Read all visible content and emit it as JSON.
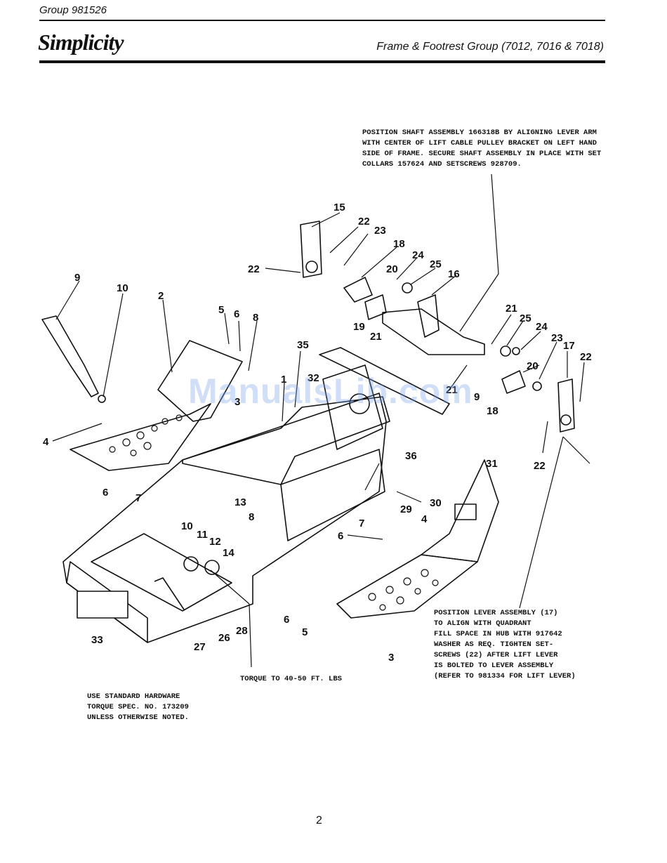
{
  "header": {
    "group_id": "Group 981526",
    "brand": "Simplicity",
    "title": "Frame & Footrest Group (7012, 7016 & 7018)"
  },
  "notes": {
    "shaft_position": "POSITION SHAFT ASSEMBLY 166318B BY ALIGNING LEVER ARM\nWITH CENTER OF LIFT CABLE PULLEY BRACKET ON LEFT HAND\nSIDE OF FRAME. SECURE SHAFT ASSEMBLY IN PLACE WITH SET\nCOLLARS 157624 AND SETSCREWS 928709.",
    "lever_position": "POSITION LEVER ASSEMBLY (17)\nTO ALIGN WITH QUADRANT\nFILL SPACE IN HUB WITH 917642\nWASHER AS REQ. TIGHTEN SET-\nSCREWS (22) AFTER LIFT LEVER\nIS BOLTED TO LEVER ASSEMBLY\n(REFER TO 981334 FOR LIFT LEVER)",
    "torque": "TORQUE TO 40-50 FT. LBS",
    "standard_hardware": "USE STANDARD HARDWARE\nTORQUE SPEC. NO. 173209\nUNLESS OTHERWISE NOTED."
  },
  "watermark": "ManualsLib.com",
  "page_number": "2",
  "callouts": [
    "15",
    "22",
    "23",
    "22",
    "18",
    "24",
    "25",
    "20",
    "16",
    "19",
    "21",
    "9",
    "10",
    "2",
    "5",
    "6",
    "8",
    "35",
    "32",
    "1",
    "21",
    "25",
    "24",
    "23",
    "17",
    "22",
    "20",
    "21",
    "9",
    "18",
    "22",
    "4",
    "3",
    "6",
    "7",
    "36",
    "31",
    "29",
    "30",
    "7",
    "6",
    "4",
    "13",
    "10",
    "11",
    "12",
    "8",
    "14",
    "33",
    "27",
    "26",
    "28",
    "6",
    "5",
    "3"
  ]
}
